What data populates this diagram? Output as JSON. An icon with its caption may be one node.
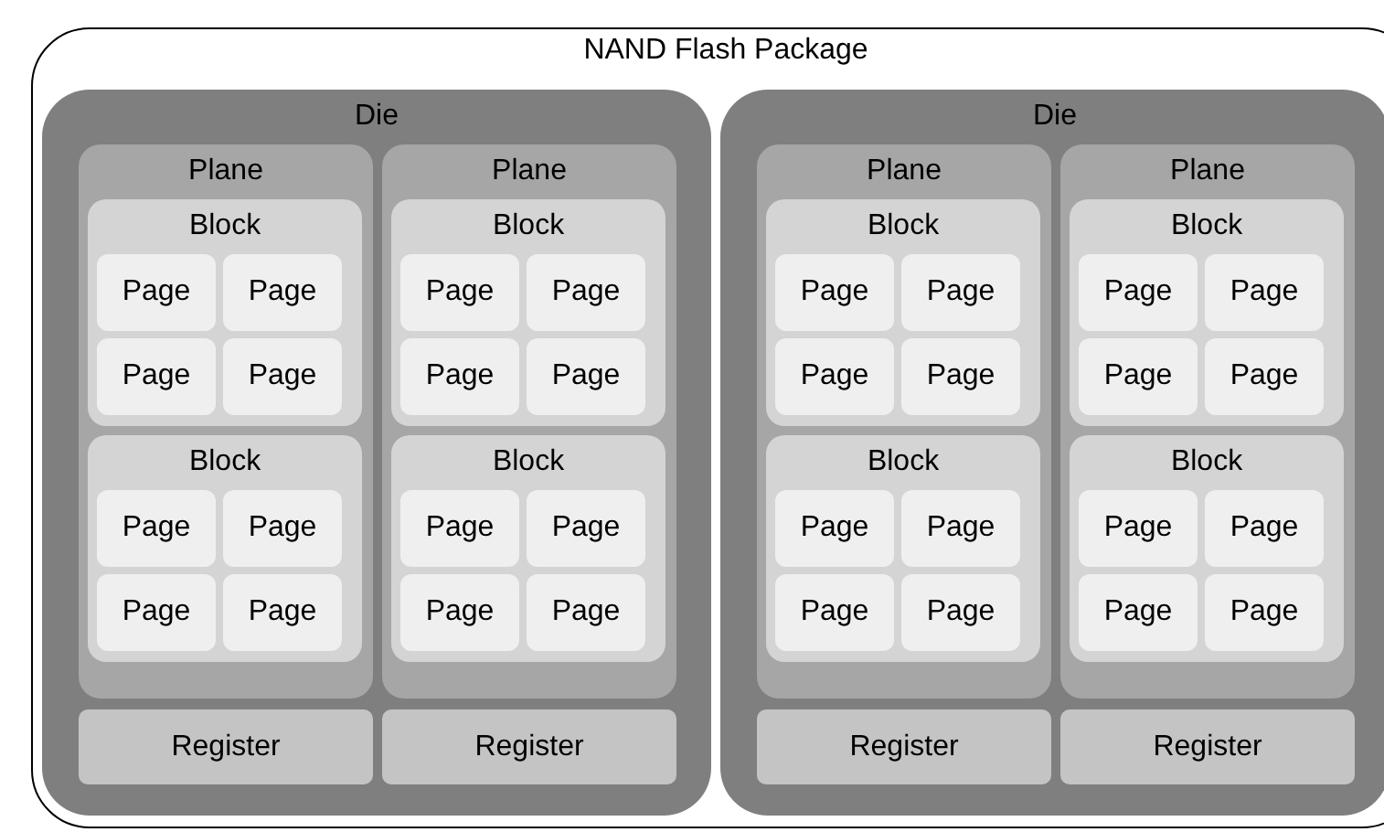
{
  "diagram": {
    "nodes": [
      {
        "text": [
          "NAND Flash Package"
        ]
      },
      {
        "text": [
          "Die"
        ],
        "in": 0
      },
      {
        "text": [
          "Plane"
        ],
        "in": 1
      },
      {
        "text": [
          "Block"
        ],
        "in": 2
      },
      {
        "text": [
          "Page"
        ],
        "in": 3
      },
      {
        "text": [
          "Page"
        ],
        "in": 3
      },
      {
        "text": [
          "Page"
        ],
        "in": 3
      },
      {
        "text": [
          "Page"
        ],
        "in": 3
      },
      {
        "text": [
          "Block"
        ],
        "in": 2
      },
      {
        "text": [
          "Page"
        ],
        "in": 8
      },
      {
        "text": [
          "Page"
        ],
        "in": 8
      },
      {
        "text": [
          "Page"
        ],
        "in": 8
      },
      {
        "text": [
          "Page"
        ],
        "in": 8
      },
      {
        "text": [
          "Plane"
        ],
        "in": 1
      },
      {
        "text": [
          "Block"
        ],
        "in": 13
      },
      {
        "text": [
          "Page"
        ],
        "in": 14
      },
      {
        "text": [
          "Page"
        ],
        "in": 14
      },
      {
        "text": [
          "Page"
        ],
        "in": 14
      },
      {
        "text": [
          "Page"
        ],
        "in": 14
      },
      {
        "text": [
          "Block"
        ],
        "in": 13
      },
      {
        "text": [
          "Page"
        ],
        "in": 19
      },
      {
        "text": [
          "Page"
        ],
        "in": 19
      },
      {
        "text": [
          "Page"
        ],
        "in": 19
      },
      {
        "text": [
          "Page"
        ],
        "in": 19
      },
      {
        "text": [
          "Register"
        ],
        "in": 1
      },
      {
        "text": [
          "Register"
        ],
        "in": 1
      },
      {
        "text": [
          "Die"
        ],
        "in": 0
      },
      {
        "text": [
          "Plane"
        ],
        "in": 26
      },
      {
        "text": [
          "Block"
        ],
        "in": 27
      },
      {
        "text": [
          "Page"
        ],
        "in": 28
      },
      {
        "text": [
          "Page"
        ],
        "in": 28
      },
      {
        "text": [
          "Page"
        ],
        "in": 28
      },
      {
        "text": [
          "Page"
        ],
        "in": 28
      },
      {
        "text": [
          "Block"
        ],
        "in": 27
      },
      {
        "text": [
          "Page"
        ],
        "in": 33
      },
      {
        "text": [
          "Page"
        ],
        "in": 33
      },
      {
        "text": [
          "Page"
        ],
        "in": 33
      },
      {
        "text": [
          "Page"
        ],
        "in": 33
      },
      {
        "text": [
          "Plane"
        ],
        "in": 26
      },
      {
        "text": [
          "Block"
        ],
        "in": 38
      },
      {
        "text": [
          "Page"
        ],
        "in": 39
      },
      {
        "text": [
          "Page"
        ],
        "in": 39
      },
      {
        "text": [
          "Page"
        ],
        "in": 39
      },
      {
        "text": [
          "Page"
        ],
        "in": 39
      },
      {
        "text": [
          "Block"
        ],
        "in": 38
      },
      {
        "text": [
          "Page"
        ],
        "in": 44
      },
      {
        "text": [
          "Page"
        ],
        "in": 44
      },
      {
        "text": [
          "Page"
        ],
        "in": 44
      },
      {
        "text": [
          "Page"
        ],
        "in": 44
      },
      {
        "text": [
          "Register"
        ],
        "in": 26
      },
      {
        "text": [
          "Register"
        ],
        "in": 26
      }
    ]
  }
}
